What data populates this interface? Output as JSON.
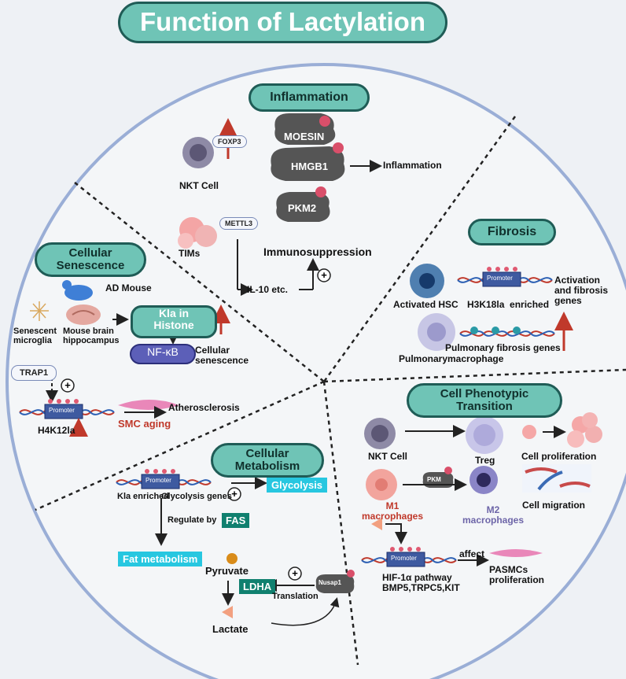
{
  "title": "Function of Lactylation",
  "sections": {
    "inflammation": {
      "heading": "Inflammation",
      "foxp3": "FOXP3",
      "nkt": "NKT Cell",
      "moesin": "MOESIN",
      "hmgb1": "HMGB1",
      "pkm2": "PKM2",
      "inflammation_out": "Inflammation",
      "mettl3": "METTL3",
      "tims": "TIMs",
      "immuno": "Immunosuppression",
      "il10": "IL-10 etc."
    },
    "fibrosis": {
      "heading": "Fibrosis",
      "promoter": "Promoter",
      "hsc": "Activated HSC",
      "h3k18": "H3K18la  enriched",
      "activation": "Activation\nand fibrosis\ngenes",
      "pulmonary_genes": "Pulmonary fibrosis genes",
      "macrophage": "Pulmonarymacrophage"
    },
    "senescence": {
      "heading": "Cellular\nSenescence",
      "ad_mouse": "AD Mouse",
      "microglia": "Senescent\nmicroglia",
      "hippocampus": "Mouse brain\nhippocampus",
      "kla": "Kla in\nHistone",
      "nfkb": "NF-κB",
      "cellular_senescence": "Cellular\nsenescence",
      "trap1": "TRAP1",
      "promoter": "Promoter",
      "h4k12": "H4K12la",
      "atherosclerosis": "Atherosclerosis",
      "smc": "SMC aging"
    },
    "metabolism": {
      "heading": "Cellular\nMetabolism",
      "promoter": "Promoter",
      "kla_enriched": "Kla enriched",
      "glyco_genes": "Glycolysis genes",
      "glycolysis": "Glycolysis",
      "regulate": "Regulate by",
      "fas": "FAS",
      "fat": "Fat metabolism",
      "pyruvate": "Pyruvate",
      "ldha": "LDHA",
      "translation": "Translation",
      "nusap1": "Nusap1",
      "lactate": "Lactate"
    },
    "phenotypic": {
      "heading": "Cell Phenotypic\nTransition",
      "nkt": "NKT Cell",
      "treg": "Treg",
      "proliferation": "Cell proliferation",
      "pkm": "PKM",
      "m1": "M1\nmacrophages",
      "m2": "M2\nmacrophages",
      "migration": "Cell migration",
      "promoter": "Promoter",
      "affect": "affect",
      "pasmcs": "PASMCs\nproliferation",
      "hif": "HIF-1α pathway\nBMP5,TRPC5,KIT"
    }
  },
  "colors": {
    "teal_fill": "#6fc4b6",
    "teal_border": "#1f5c56",
    "circle": "#9aaed6",
    "arrow_red": "#c0392b",
    "cyan": "#27c7e0"
  }
}
